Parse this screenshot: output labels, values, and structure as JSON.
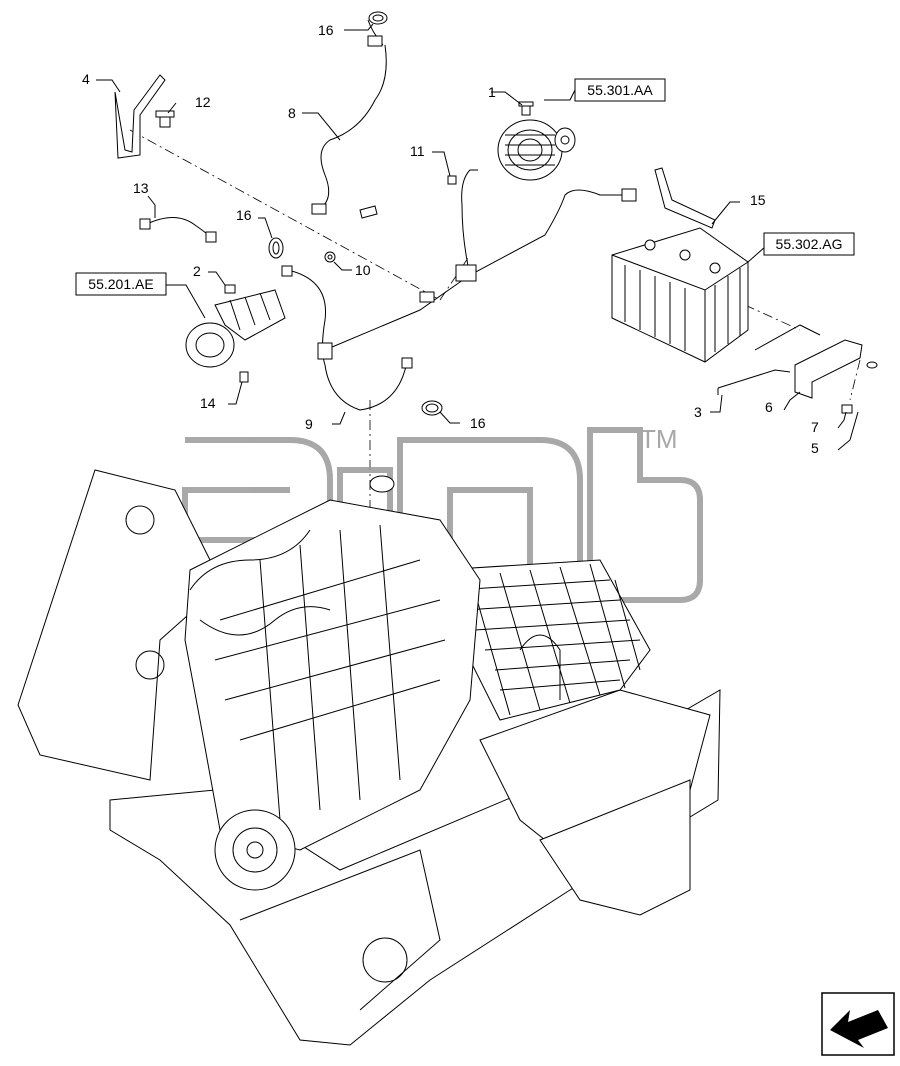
{
  "callouts": [
    {
      "id": "c1",
      "label": "1"
    },
    {
      "id": "c2",
      "label": "2"
    },
    {
      "id": "c3",
      "label": "3"
    },
    {
      "id": "c4",
      "label": "4"
    },
    {
      "id": "c5",
      "label": "5"
    },
    {
      "id": "c6",
      "label": "6"
    },
    {
      "id": "c7",
      "label": "7"
    },
    {
      "id": "c8",
      "label": "8"
    },
    {
      "id": "c9",
      "label": "9"
    },
    {
      "id": "c10",
      "label": "10"
    },
    {
      "id": "c11",
      "label": "11"
    },
    {
      "id": "c12",
      "label": "12"
    },
    {
      "id": "c13",
      "label": "13"
    },
    {
      "id": "c14",
      "label": "14"
    },
    {
      "id": "c15",
      "label": "15"
    },
    {
      "id": "c16a",
      "label": "16"
    },
    {
      "id": "c16b",
      "label": "16"
    },
    {
      "id": "c16c",
      "label": "16"
    }
  ],
  "references": {
    "alternator": "55.301.AA",
    "battery": "55.302.AG",
    "starter": "55.201.AE"
  },
  "watermark": {
    "trademark": "TM"
  },
  "icons": {
    "nav_arrow": "direction-arrow-icon"
  },
  "colors": {
    "line": "#000000",
    "background": "#ffffff",
    "watermark": "#9a9a9a"
  }
}
